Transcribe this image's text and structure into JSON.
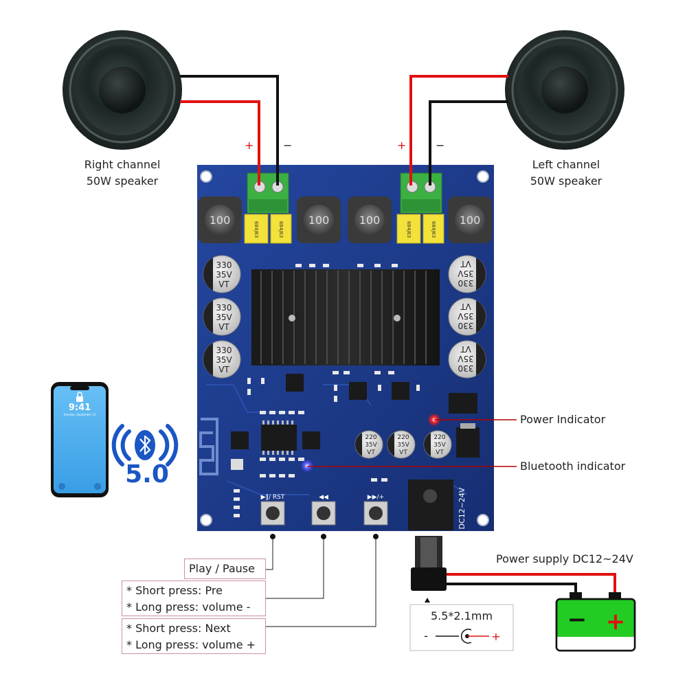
{
  "speakers": {
    "right": {
      "line1": "Right channel",
      "line2": "50W speaker",
      "plus": "+",
      "minus": "−"
    },
    "left": {
      "line1": "Left channel",
      "line2": "50W speaker",
      "plus": "+",
      "minus": "−"
    }
  },
  "indicators": {
    "power": "Power Indicator",
    "bluetooth": "Bluetooth indicator"
  },
  "phone": {
    "time": "9:41",
    "date": "Tuesday, September 12"
  },
  "bluetooth_version": "5.0",
  "buttons": {
    "play_pause": "Play / Pause",
    "prev": {
      "line1": "* Short press: Pre",
      "line2": "* Long press: volume -"
    },
    "next": {
      "line1": "* Short press: Next",
      "line2": "* Long press: volume +"
    }
  },
  "power": {
    "supply_label": "Power supply DC12~24V",
    "jack_size": "5.5*2.1mm",
    "jack_minus": "-",
    "jack_plus": "+",
    "battery_minus": "−",
    "battery_plus": "+"
  },
  "pcb": {
    "cap_large": {
      "l1": "330",
      "l2": "35V",
      "l3": "VT"
    },
    "cap_small": {
      "l1": "220",
      "l2": "35V",
      "l3": "VT"
    },
    "film_cap": "684J63",
    "inductor": "100",
    "dc_label": "DC12~24V",
    "btn_play": "▶‖/ RST",
    "btn_prev": "◀◀",
    "btn_next": "▶▶/+"
  },
  "colors": {
    "pcb": "#1e3a86",
    "wire_red": "#e01010",
    "wire_black": "#111111",
    "battery_green": "#22cc22",
    "label_border": "#c890a8",
    "phone_screen": "#4aa8ee",
    "bt_blue": "#1a56c4"
  }
}
